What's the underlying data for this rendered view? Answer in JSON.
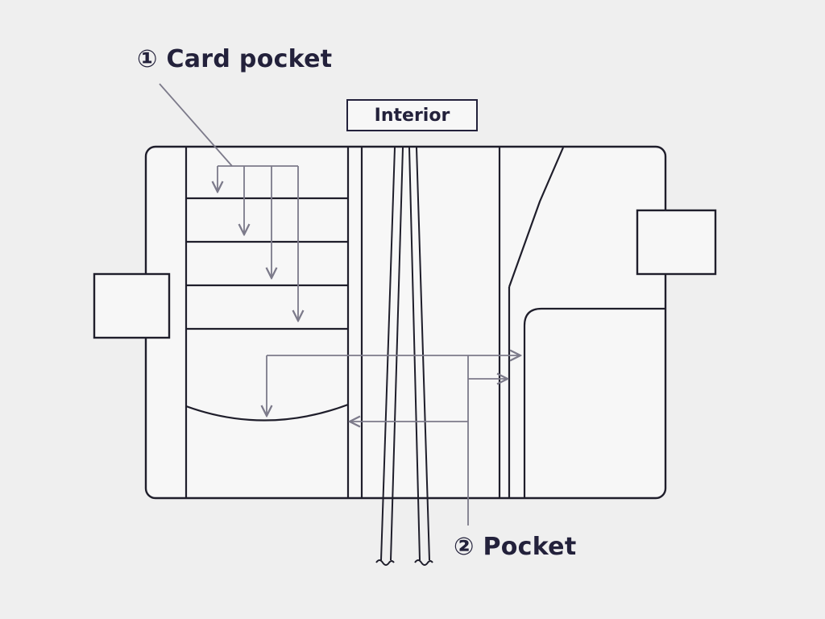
{
  "labels": {
    "card_pocket": "① Card pocket",
    "pocket": "② Pocket",
    "interior": "Interior"
  },
  "colors": {
    "background": "#efefef",
    "outline": "#1f1e2b",
    "arrow": "#7c7a8a",
    "label_text": "#23213b"
  }
}
